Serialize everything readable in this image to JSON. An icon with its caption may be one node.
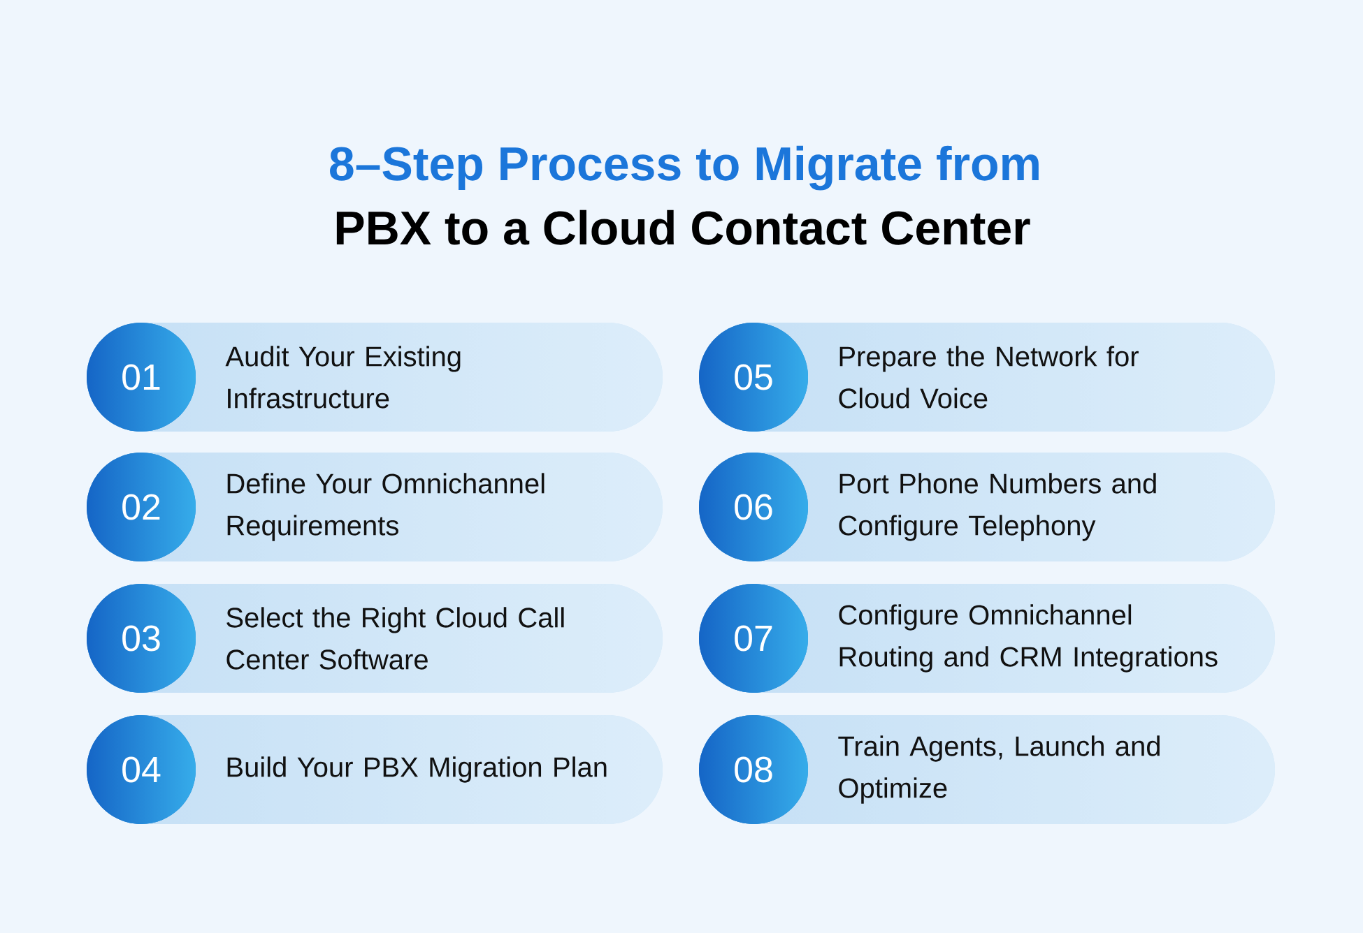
{
  "diagram": {
    "title": "8–Step Process to Migrate from",
    "nodes": [
      {
        "text": [
          "Audit Your Existing Infrastructure"
        ]
      },
      {
        "text": [
          "01"
        ],
        "in": 0
      },
      {
        "text": [
          "Define Your Omnichannel Requirements"
        ]
      },
      {
        "text": [
          "02"
        ],
        "in": 2
      },
      {
        "text": [
          "Select the Right Cloud Call Center Software"
        ]
      },
      {
        "text": [
          "03"
        ],
        "in": 4
      },
      {
        "text": [
          "Build Your PBX Migration Plan"
        ]
      },
      {
        "text": [
          "04"
        ],
        "in": 6
      },
      {
        "text": [
          "Prepare the Network for Cloud Voice"
        ]
      },
      {
        "text": [
          "05"
        ],
        "in": 8
      },
      {
        "text": [
          "Port Phone Numbers and Configure Telephony"
        ]
      },
      {
        "text": [
          "06"
        ],
        "in": 10
      },
      {
        "text": [
          "Configure Omnichannel Routing and CRM Integrations"
        ]
      },
      {
        "text": [
          "07"
        ],
        "in": 12
      },
      {
        "text": [
          "Train Agents, Launch and Optimize"
        ]
      },
      {
        "text": [
          "08"
        ],
        "in": 14
      }
    ],
    "labels": [
      "PBX to a Cloud Contact Center"
    ]
  }
}
